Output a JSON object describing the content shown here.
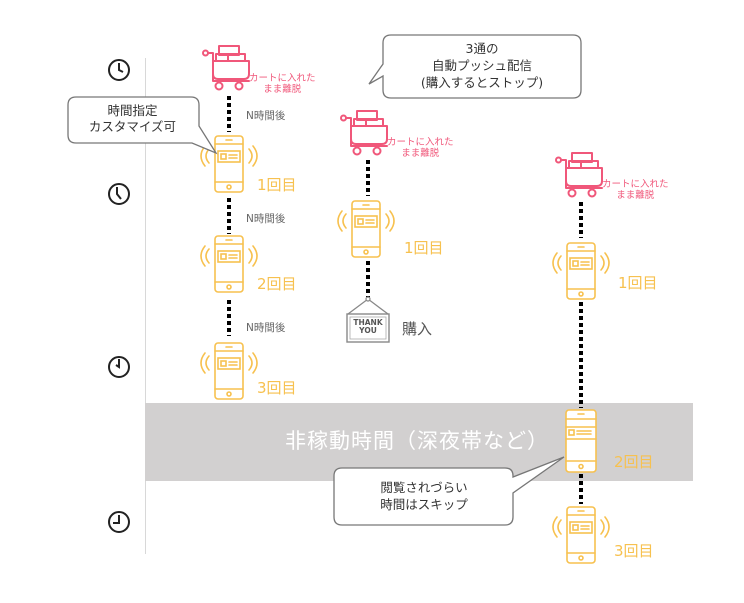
{
  "diagram": {
    "title_callout": {
      "lines": [
        "3通の",
        "自動プッシュ配信",
        "(購入するとストップ)"
      ]
    },
    "time_callout": {
      "lines": [
        "時間指定",
        "カスタマイズ可"
      ]
    },
    "skip_callout": {
      "lines": [
        "閲覧されづらい",
        "時間はスキップ"
      ]
    },
    "night_band": {
      "label": "非稼動時間（深夜帯など）",
      "color": "#d2d0d0"
    },
    "timeline_clocks": [
      {
        "icon": "clock-icon",
        "time": "3:00"
      },
      {
        "icon": "clock-icon",
        "time": "5:25"
      },
      {
        "icon": "clock-icon",
        "time": "11:55"
      },
      {
        "icon": "clock-icon",
        "time": "9:00"
      }
    ],
    "colors": {
      "cart": "#f0577a",
      "phone": "#f7c14f",
      "text": "#333333",
      "connector": "#000000"
    },
    "cart_label": "カートに入れたまま離脱",
    "cart_label_lines": [
      "カートに入れた",
      "まま離脱"
    ],
    "interval_label": "N時間後",
    "columns": [
      {
        "name": "custom-interval",
        "cart_label_lines": [
          "カートに入れた",
          "まま離脱"
        ],
        "pushes": [
          {
            "label": "1回目",
            "after": "N時間後"
          },
          {
            "label": "2回目",
            "after": "N時間後"
          },
          {
            "label": "3回目",
            "after": "N時間後"
          }
        ]
      },
      {
        "name": "purchase-stop",
        "cart_label_lines": [
          "カートに入れた",
          "まま離脱"
        ],
        "pushes": [
          {
            "label": "1回目"
          }
        ],
        "end": {
          "sign_lines": [
            "THANK",
            "YOU"
          ],
          "label": "購入"
        }
      },
      {
        "name": "skip-night",
        "cart_label_lines": [
          "カートに入れた",
          "まま離脱"
        ],
        "pushes": [
          {
            "label": "1回目"
          },
          {
            "label": "2回目"
          },
          {
            "label": "3回目"
          }
        ]
      }
    ]
  }
}
